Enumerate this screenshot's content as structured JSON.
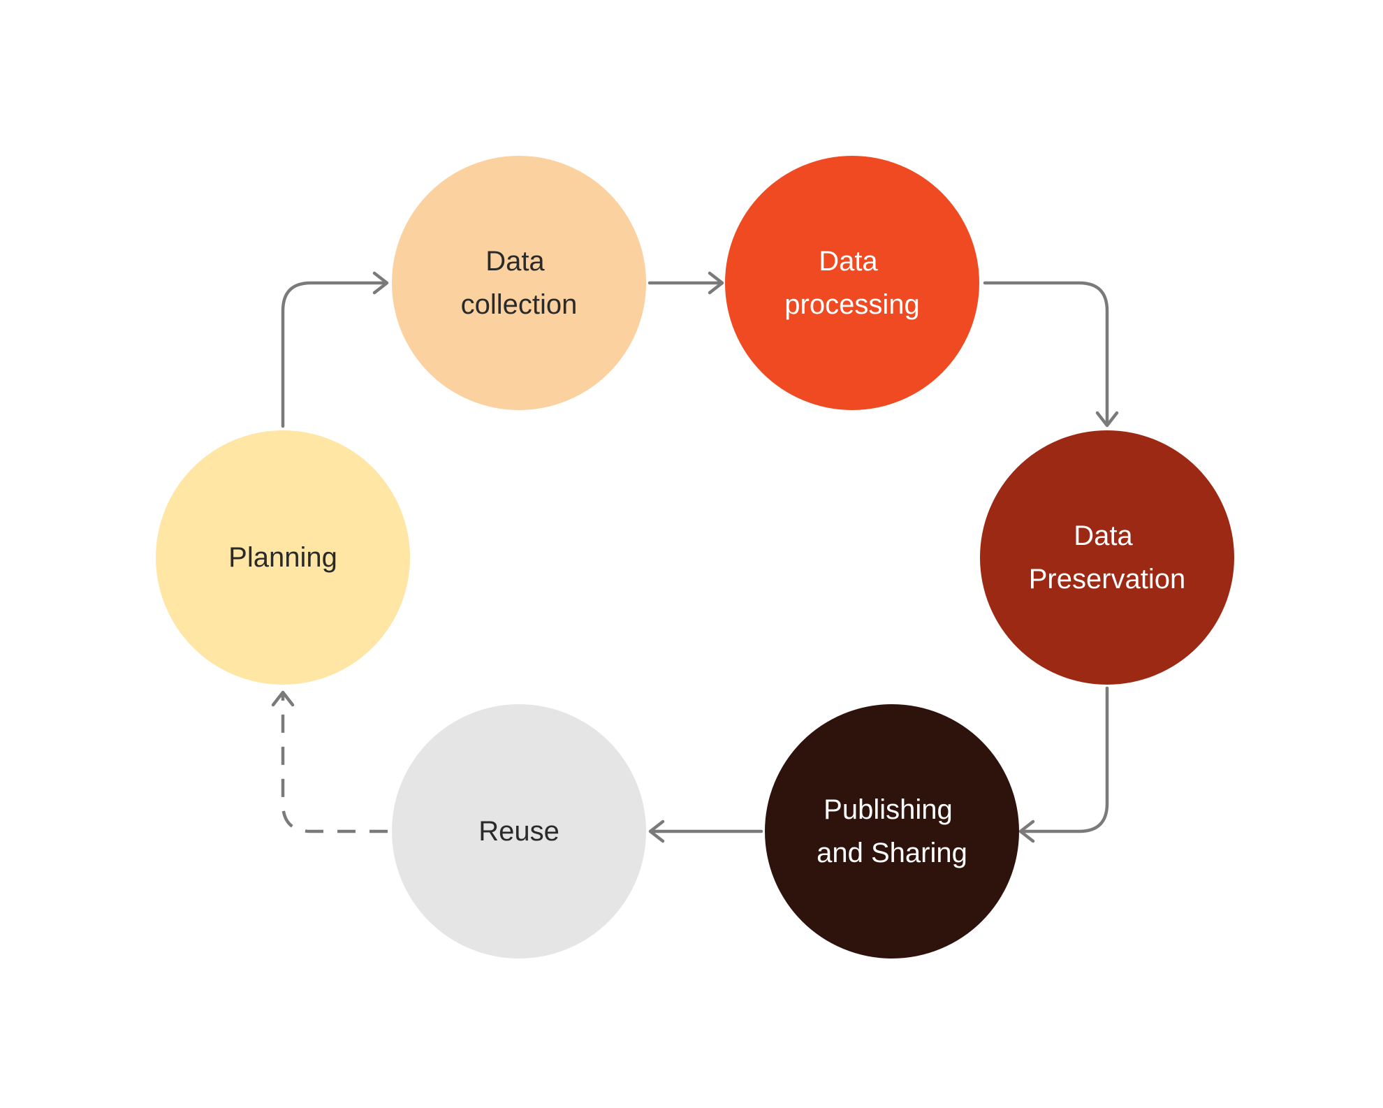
{
  "diagram": {
    "type": "cycle",
    "stages": [
      {
        "id": "planning",
        "lines": [
          "Planning"
        ],
        "fill": "#FFE6A5",
        "text_color": "#2a2a2a"
      },
      {
        "id": "data-collection",
        "lines": [
          "Data",
          "collection"
        ],
        "fill": "#FBD1A0",
        "text_color": "#2a2a2a"
      },
      {
        "id": "data-processing",
        "lines": [
          "Data",
          "processing"
        ],
        "fill": "#F04A23",
        "text_color": "#ffffff"
      },
      {
        "id": "data-preservation",
        "lines": [
          "Data",
          "Preservation"
        ],
        "fill": "#9C2913",
        "text_color": "#ffffff"
      },
      {
        "id": "publishing-and-sharing",
        "lines": [
          "Publishing",
          "and Sharing"
        ],
        "fill": "#2E120C",
        "text_color": "#ffffff"
      },
      {
        "id": "reuse",
        "lines": [
          "Reuse"
        ],
        "fill": "#E5E5E5",
        "text_color": "#2a2a2a"
      }
    ],
    "connections": [
      {
        "from": "planning",
        "to": "data-collection",
        "style": "solid"
      },
      {
        "from": "data-collection",
        "to": "data-processing",
        "style": "solid"
      },
      {
        "from": "data-processing",
        "to": "data-preservation",
        "style": "solid"
      },
      {
        "from": "data-preservation",
        "to": "publishing-and-sharing",
        "style": "solid"
      },
      {
        "from": "publishing-and-sharing",
        "to": "reuse",
        "style": "solid"
      },
      {
        "from": "reuse",
        "to": "planning",
        "style": "dashed"
      }
    ],
    "connector_color": "#7a7a7a"
  }
}
